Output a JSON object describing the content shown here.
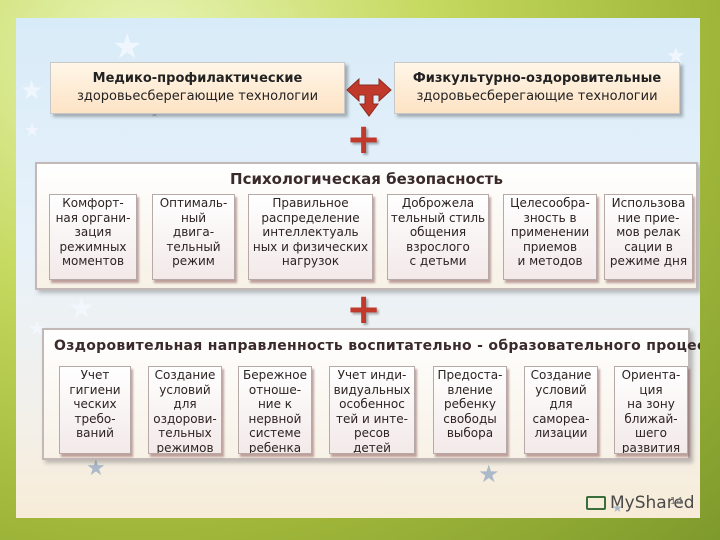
{
  "top_boxes": {
    "left": {
      "line1": "Медико-профилактические",
      "line2": "здоровьесберегающие технологии"
    },
    "right": {
      "line1": "Физкультурно-оздоровительные",
      "line2": "здоровьесберегающие технологии"
    }
  },
  "plus_sign": "+",
  "psych_safety": {
    "title": "Психологическая безопасность",
    "items": [
      "Комфорт-\nная органи-\nзация\nрежимных\nмоментов",
      "Оптималь-\nный\nдвига-\nтельный\nрежим",
      "Правильное\nраспределение\nинтеллектуаль\nных и физических\nнагрузок",
      "Доброжела\nтельный стиль\nобщения\nвзрослого\nс детьми",
      "Целесообра-\nзность в\nприменении\nприемов\nи методов",
      "Использова\nние прие-\nмов релак\nсации в\nрежиме дня"
    ]
  },
  "health_focus": {
    "title": "Оздоровительная направленность воспитательно - образовательного процесса",
    "items": [
      "Учет\nгигиени\nческих\nтребо-\nваний",
      "Создание\nусловий\nдля\nоздорови-\nтельных\nрежимов",
      "Бережное\nотноше-\nние к\nнервной\nсистеме\nребенка",
      "Учет инди-\nвидуальных\nособеннос\nтей и инте-\nресов\nдетей",
      "Предоста-\nвление\nребенку\nсвободы\nвыбора",
      "Создание\nусловий\nдля\nсамореа-\nлизации",
      "Ориента-\nция\nна зону\nближай-\nшего\nразвития"
    ]
  },
  "footer": {
    "logo_text": "MyShared",
    "page_number": "14"
  },
  "colors": {
    "accent_red": "#c0392b",
    "box_fill": "#fde3c5"
  }
}
